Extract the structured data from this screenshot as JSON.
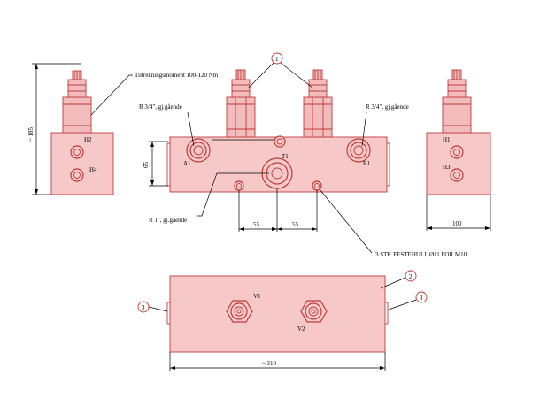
{
  "colors": {
    "outline": "#c03a3a",
    "body_fill": "#f6c8c8",
    "dimension": "#000000",
    "background": "#ffffff"
  },
  "labels": {
    "torque": "Tiltrekningsmoment 100-120 Nm",
    "port_a1_spec": "R 3/4\", gj.gående",
    "port_b1_spec": "R 3/4\", gj.gående",
    "port_t1_spec": "R 1\", gj.gående",
    "mounting_holes": "3 STK FESTEHULL Ø11 FOR M10",
    "A1": "A1",
    "B1": "B1",
    "T1": "T1",
    "H1": "H1",
    "H2": "H2",
    "H3": "H3",
    "H4": "H4",
    "V1": "V1",
    "V2": "V2"
  },
  "dimensions": {
    "height_185": "~ 185",
    "d65": "65",
    "d55_left": "55",
    "d55_right": "55",
    "d100": "100",
    "d310": "~ 310"
  },
  "balloons": {
    "b1": "1",
    "b2": "2",
    "b3_left": "3",
    "b3_right": "3"
  }
}
